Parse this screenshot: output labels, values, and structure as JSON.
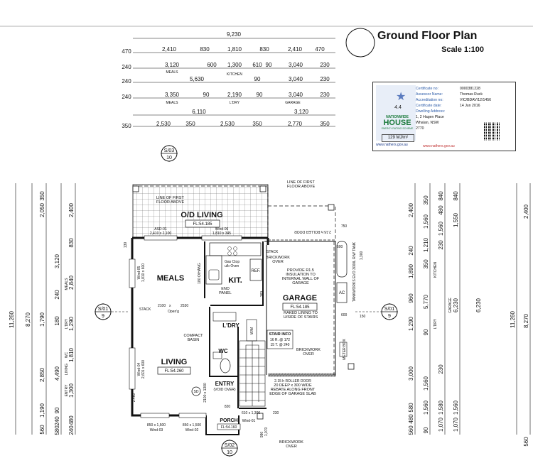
{
  "title": {
    "heading": "Ground Floor Plan",
    "scale": "Scale 1:100"
  },
  "certificate": {
    "star_rating": "4.4",
    "brand_line1": "NATIONWIDE",
    "brand_line2": "HOUSE",
    "brand_line3": "ENERGY RATING SCHEME",
    "energy_value": "129 MJ/m²",
    "url_left": "www.nathers.gov.au",
    "url_right": "www.nathers.gov.au",
    "rows": [
      {
        "label": "Certificate no:",
        "value": "0000381228"
      },
      {
        "label": "Assessor Name:",
        "value": "Thomas Ruck"
      },
      {
        "label": "Accreditation no:",
        "value": "VIC/BDAV/12/1456"
      },
      {
        "label": "Certificate date:",
        "value": "14 Jun 2016"
      },
      {
        "label": "Dwelling Address:",
        "value": ""
      }
    ],
    "address": [
      "1, 2 Hagen Place",
      "Whalan, NSW",
      "2770"
    ]
  },
  "top_dims": {
    "overall": "9,230",
    "row1": [
      "470",
      "2,410",
      "830",
      "1,810",
      "830",
      "2,410",
      "470"
    ],
    "row2": [
      "240",
      "3,120",
      "600",
      "1,300",
      "610",
      "90",
      "3,040",
      "230"
    ],
    "row2_labels": [
      "MEALS",
      "KITCHEN"
    ],
    "row3": [
      "240",
      "5,630",
      "90",
      "3,040",
      "230"
    ],
    "row4": [
      "240",
      "3,350",
      "90",
      "2,190",
      "90",
      "3,040",
      "230"
    ],
    "row4_labels": [
      "MEALS",
      "L'DRY",
      "GARAGE"
    ],
    "row5": [
      "6,110",
      "3,120"
    ],
    "row6": [
      "350",
      "2,530",
      "350",
      "2,530",
      "350",
      "2,770",
      "350"
    ]
  },
  "left_dims": {
    "overall": "11,260",
    "col2": "8,270",
    "col3": [
      "2,050",
      "350",
      "1,790",
      "2,850",
      "1,190",
      "560"
    ],
    "col4": [
      "3,120",
      "240",
      "180",
      "4,490",
      "90",
      "240",
      "580"
    ],
    "col5": [
      "2,400",
      "830",
      "1,810",
      "2,840",
      "1,290",
      "1,300",
      "480",
      "240"
    ],
    "labels": [
      "MEALS",
      "L'DRY",
      "LIVING",
      "WC",
      "ENTRY"
    ]
  },
  "right_dims": {
    "overall": "11,260",
    "col2": "8,270",
    "col1": [
      "2,400",
      "240",
      "1,890",
      "960",
      "1,290",
      "3,000",
      "580",
      "480",
      "560"
    ],
    "col2_vals": [
      "1,560",
      "350",
      "1,210",
      "350",
      "5,770",
      "90",
      "1,560",
      "1,560",
      "90"
    ],
    "col3_vals": [
      "840",
      "480",
      "1,560",
      "230",
      "230",
      "1,580",
      "1,070"
    ],
    "col4_vals": [
      "840",
      "1,550",
      "6,230",
      "6,230",
      "1,560",
      "1,070"
    ],
    "labels": [
      "KITCHEN",
      "L'DRY",
      "GARAGE"
    ]
  },
  "markers": [
    {
      "id": "top",
      "code": "S/03",
      "num": "10"
    },
    {
      "id": "left",
      "code": "S/01",
      "num": "9"
    },
    {
      "id": "right",
      "code": "S/01",
      "num": "9"
    },
    {
      "id": "bottom",
      "code": "S/02",
      "num": "10"
    }
  ],
  "rooms": {
    "od_living": "O/D LIVING",
    "od_fl": "FL:54.185",
    "meals": "MEALS",
    "kit": "KIT.",
    "garage": "GARAGE",
    "garage_fl": "FL:54.185",
    "living": "LIVING",
    "living_fl": "FL:54.260",
    "ldry": "L'DRY",
    "wc": "WC",
    "entry": "ENTRY",
    "entry_sub": "(VOID OVER)",
    "porch": "PORCH",
    "porch_fl": "FL:54.160",
    "ref": "REF.",
    "ac": "AC",
    "wm": "W/M"
  },
  "notes": {
    "line_first_floor_left": "LINE OF FIRST FLOOR ABOVE",
    "line_first_floor_right": "LINE OF FIRST FLOOR ABOVE",
    "roller_top": "2.15 h ROLLER DOOR",
    "stack_top": "STACK",
    "brickwork_over_1": "BRICKWORK OVER",
    "insulation": "PROVIDE R1.5 INSULATION TO INTERNAL WALL OF GARAGE",
    "raked": "RAKED LINING TO U/SIDE OF STAIRS",
    "stair_info_title": "STAIR INFO",
    "stair_info_1": "16 R. @ 172",
    "stair_info_2": "15 T. @ 240",
    "brickwork_over_2": "BRICKWORK OVER",
    "roller_bottom": "2.15 h ROLLER DOOR",
    "rebate": "20 DEEP x 300 WIDE REBATE ALONG FRONT EDGE OF GARAGE SLAB",
    "brickwork_over_3": "BRICKWORK OVER",
    "end_panel": "END PANEL",
    "compact_basin": "COMPACT BASIN",
    "stack_left": "STACK",
    "opening": "Open'g",
    "opening_dims": [
      "2100",
      "x",
      "2530"
    ],
    "gas_ctop": "Gas Ctop",
    "ub_oven": "u/b Oven",
    "hang": "180 O/HANG",
    "water_tank": "TANKWORKS EVO 3000L R/W TANK",
    "meter_box": "METER BOX",
    "sd": "SD",
    "d2100": "2100 x 1300",
    "h820": "820",
    "d750": "750",
    "d1300": "1,300",
    "d150": "150",
    "d600a": "600",
    "d600b": "600",
    "d230": "230",
    "d2460": "2.460",
    "d1070": "1,070",
    "d610": "610 x 1,300",
    "d360": "360",
    "d990": "990",
    "d130": "130"
  },
  "windows": {
    "asd01": "ASD-01",
    "asd01_size": "2,410 x 2,100",
    "wind06": "Wind-06",
    "wind06_size": "1,810 x 345",
    "wind05": "Wind-05",
    "wind05_size": "1,810 x 600",
    "wind04": "Wind-04",
    "wind04_size": "2,601 x 600",
    "wind03": "Wind-03",
    "wind03_size": "850 x 1,500",
    "wind02": "Wind-02",
    "wind02_size": "850 x 1,500",
    "wind01": "Wind-01"
  }
}
